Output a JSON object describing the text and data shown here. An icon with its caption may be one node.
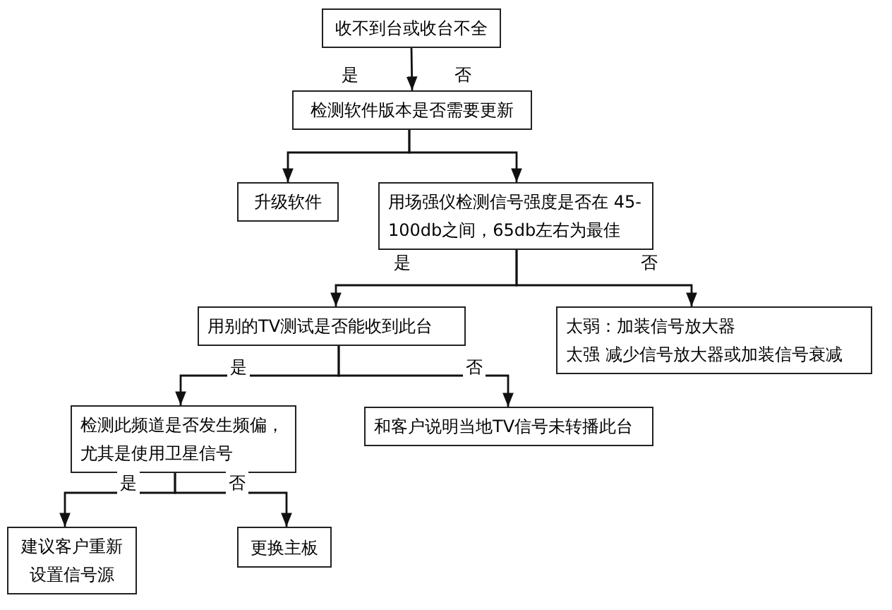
{
  "diagram": {
    "nodes": [
      {
        "text": [
          "收不到台或收台不全"
        ]
      },
      {
        "text": [
          "检测软件版本是否需要更新"
        ]
      },
      {
        "text": [
          "升级软件"
        ]
      },
      {
        "text": [
          "用场强仪检测信号强度是否在 45-100db之间，65db左右为最佳"
        ]
      },
      {
        "text": [
          "用别的TV测试是否能收到此台"
        ]
      },
      {
        "text": [
          "太弱：加装信号放大器",
          "太强 减少信号放大器或加装信号衰减"
        ]
      },
      {
        "text": [
          "检测此频道是否发生频偏，尤其是使用卫星信号"
        ]
      },
      {
        "text": [
          "和客户说明当地TV信号未转播此台"
        ]
      },
      {
        "text": [
          "建议客户重新设置信号源"
        ]
      },
      {
        "text": [
          "更换主板"
        ]
      }
    ],
    "edges": [
      {
        "from": 0,
        "to": 1,
        "arrow": "to"
      },
      {
        "from": 1,
        "to": 2,
        "arrow": "to"
      },
      {
        "from": 1,
        "to": 3,
        "arrow": "to"
      },
      {
        "from": 3,
        "to": 4,
        "arrow": "to",
        "label": "是"
      },
      {
        "from": 3,
        "to": 5,
        "arrow": "to",
        "label": "否"
      },
      {
        "from": 4,
        "to": 6,
        "arrow": "to",
        "label": "是"
      },
      {
        "from": 4,
        "to": 7,
        "arrow": "to",
        "label": "否"
      },
      {
        "from": 6,
        "to": 8,
        "arrow": "to",
        "label": "是"
      },
      {
        "from": 6,
        "to": 9,
        "arrow": "to",
        "label": "否"
      }
    ],
    "labels": [
      "是",
      "否"
    ]
  }
}
